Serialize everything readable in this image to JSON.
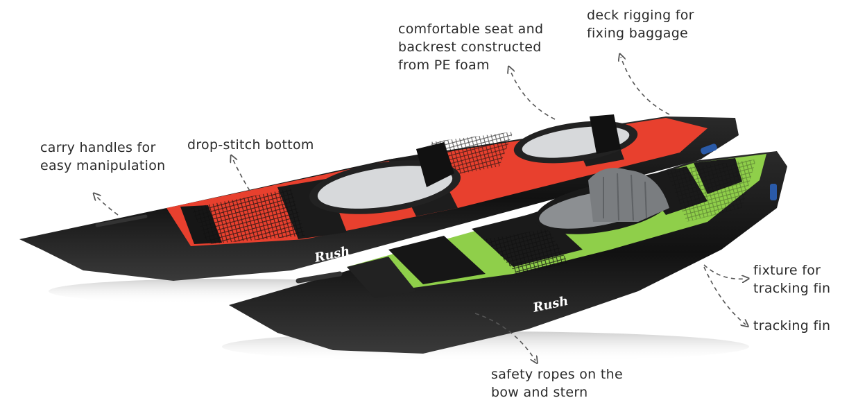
{
  "diagram": {
    "subject": "Two inflatable kayaks (red two-seater and green one-seater) with feature callouts",
    "brand_mark": "Rush",
    "colors": {
      "hull": "#151515",
      "red_deck": "#e8402e",
      "green_deck": "#8fcf4a",
      "seat_grey": "#7a7d80",
      "label_text": "#2a2a2a",
      "arrow": "#555555",
      "badge_blue": "#2a5aa8"
    },
    "callouts": [
      {
        "id": "carry-handles",
        "lines": [
          "carry handles for",
          "easy manipulation"
        ]
      },
      {
        "id": "drop-stitch",
        "lines": [
          "drop-stitch bottom"
        ]
      },
      {
        "id": "seat",
        "lines": [
          "comfortable seat and",
          "backrest constructed",
          "from PE foam"
        ]
      },
      {
        "id": "deck-rigging",
        "lines": [
          "deck rigging for",
          "fixing baggage"
        ]
      },
      {
        "id": "fin-fixture",
        "lines": [
          "fixture for",
          "tracking fin"
        ]
      },
      {
        "id": "tracking-fin",
        "lines": [
          "tracking fin"
        ]
      },
      {
        "id": "safety-ropes",
        "lines": [
          "safety ropes on the",
          "bow and stern"
        ]
      }
    ]
  }
}
